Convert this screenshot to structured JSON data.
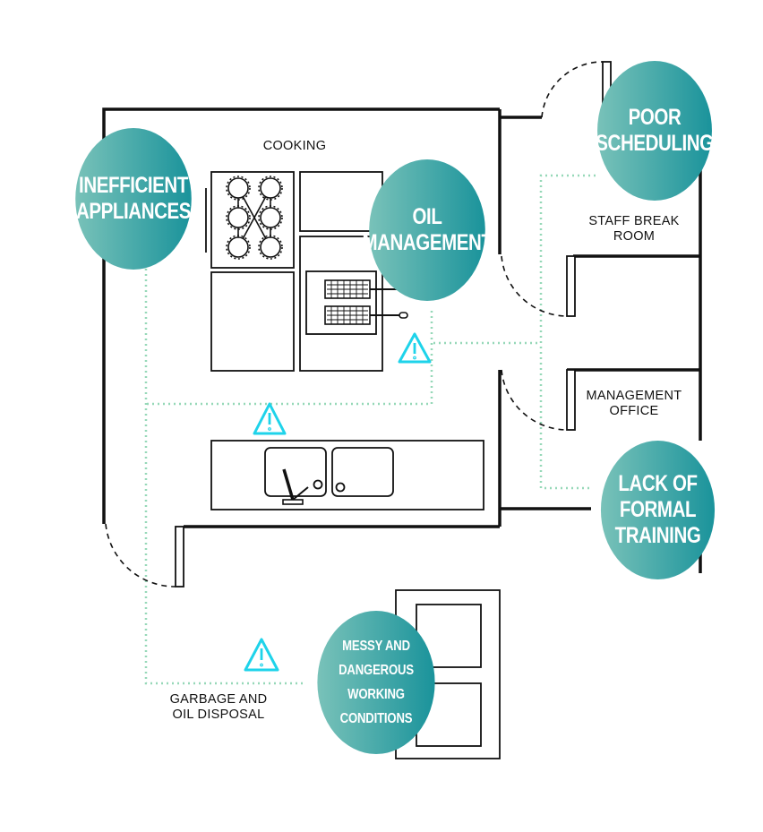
{
  "labels": {
    "cooking": "COOKING",
    "staff_break_room": "STAFF BREAK\nROOM",
    "management_office": "MANAGEMENT\nOFFICE",
    "garbage": "GARBAGE AND\nOIL DISPOSAL"
  },
  "issues": [
    {
      "id": "inefficient-appliances",
      "label": "INEFFICIENT\nAPPLIANCES"
    },
    {
      "id": "oil-management",
      "label": "OIL\nMANAGEMENT"
    },
    {
      "id": "poor-scheduling",
      "label": "POOR\nSCHEDULING"
    },
    {
      "id": "lack-of-formal-training",
      "label": "LACK OF\nFORMAL\nTRAINING"
    },
    {
      "id": "messy-working-conditions",
      "label": "MESSY AND\nDANGEROUS WORKING\nCONDITIONS"
    }
  ],
  "colors": {
    "bubble_start": "#79c2b9",
    "bubble_end": "#1a939b",
    "connector": "#96d8b8",
    "warning": "#1ed3ea",
    "wall": "#111111"
  },
  "icons": [
    "warning-icon",
    "stove-burner-icon",
    "fryer-basket-icon",
    "sink-faucet-icon"
  ]
}
